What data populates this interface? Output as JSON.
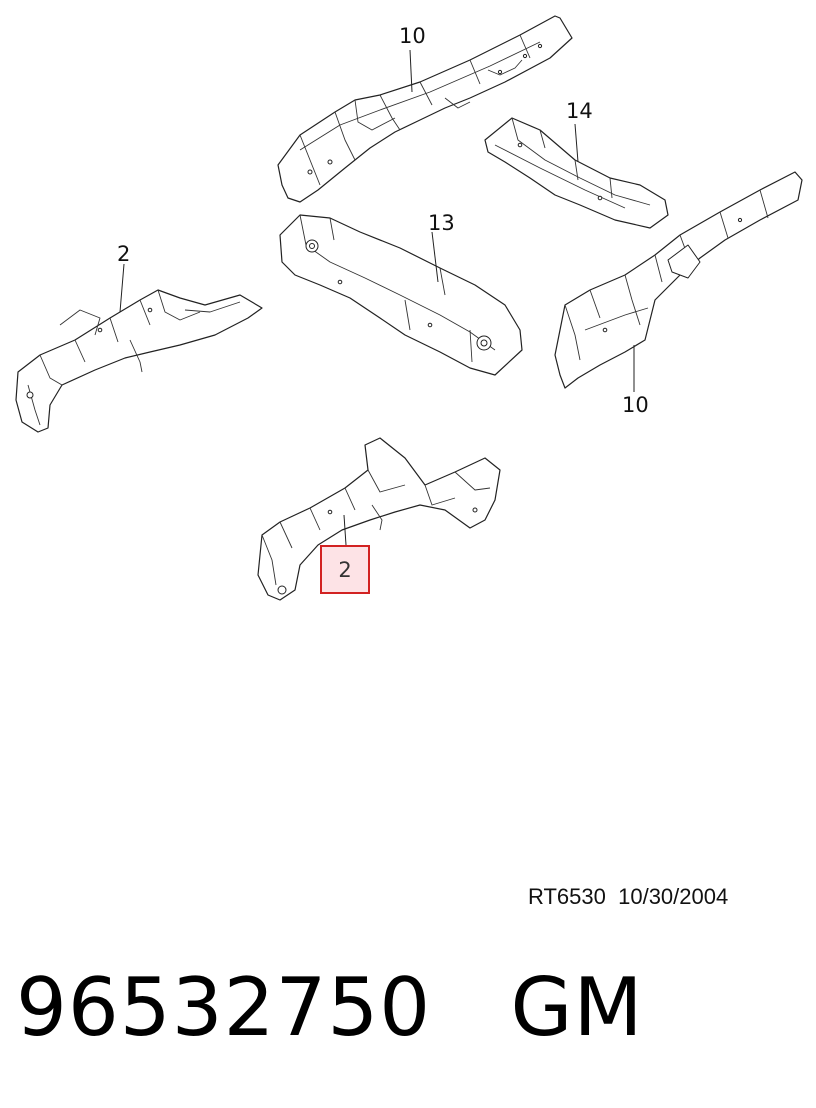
{
  "diagram": {
    "callouts": {
      "rail_rear_top": "10",
      "crossmember_rear": "14",
      "crossmember_mid": "13",
      "rail_front_left": "2",
      "rail_rear_right": "10",
      "rail_front_highlight": "2"
    },
    "highlight_color": "#d22222",
    "highlight_fill": "#fde3e6"
  },
  "footer": {
    "ref_code": "RT6530",
    "ref_date": "10/30/2004"
  },
  "part": {
    "number": "96532750",
    "brand": "GM"
  }
}
